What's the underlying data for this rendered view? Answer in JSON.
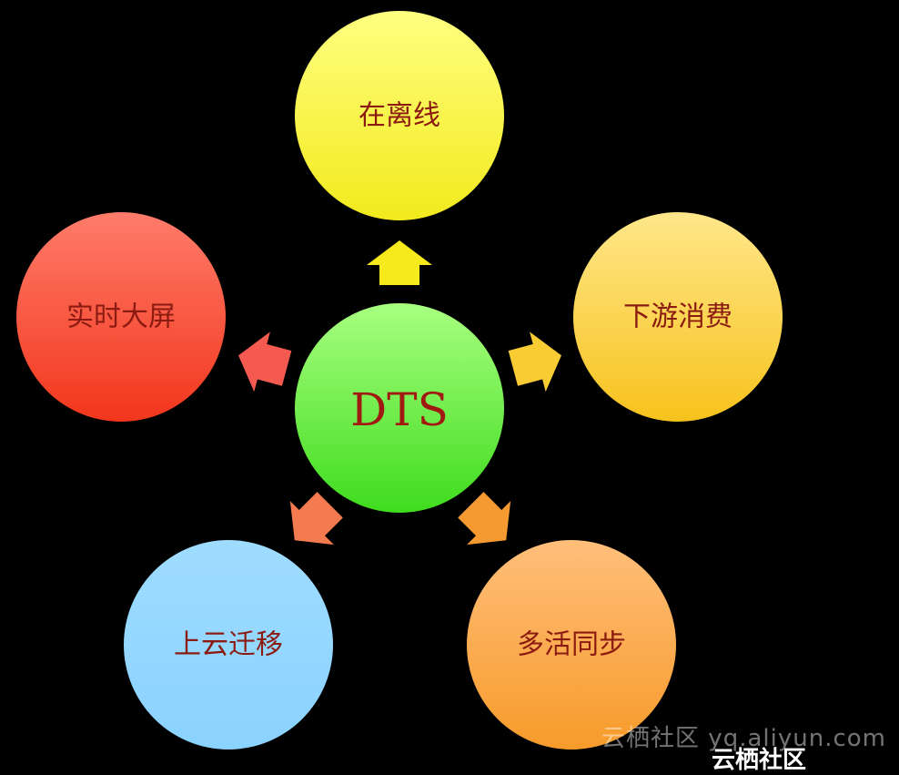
{
  "center": {
    "label": "DTS",
    "color_top": "#a8ff80",
    "color_bottom": "#3fdc1e"
  },
  "nodes": [
    {
      "id": "top",
      "label": "在离线",
      "color_top": "#ffff80",
      "color_bottom": "#f2ea1c"
    },
    {
      "id": "right",
      "label": "下游消费",
      "color_top": "#ffe78a",
      "color_bottom": "#f7c21c"
    },
    {
      "id": "bottom-right",
      "label": "多活同步",
      "color_top": "#ffbe7a",
      "color_bottom": "#f79b2a"
    },
    {
      "id": "bottom-left",
      "label": "上云迁移",
      "color_top": "#9fdcff",
      "color_bottom": "#8ad2ff"
    },
    {
      "id": "left",
      "label": "实时大屏",
      "color_top": "#ff7c6a",
      "color_bottom": "#f2361c"
    }
  ],
  "watermark": {
    "text": "云栖社区 yq.aliyun.com",
    "text2": "云栖社区"
  }
}
